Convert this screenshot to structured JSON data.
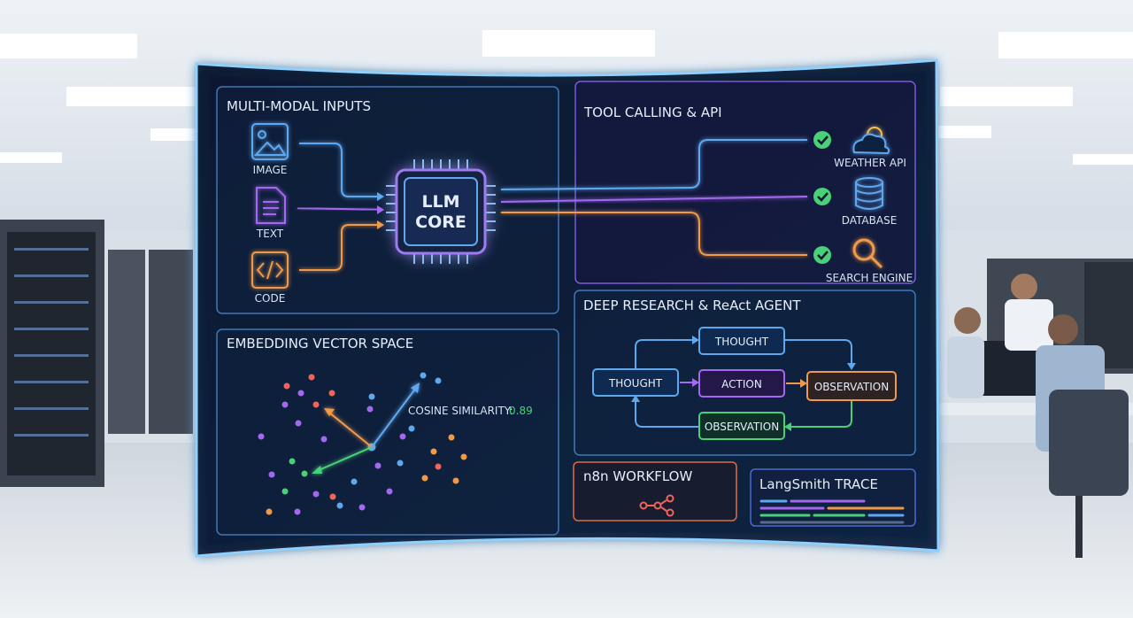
{
  "inputs": {
    "title": "MULTI-MODAL INPUTS",
    "items": [
      {
        "label": "IMAGE",
        "icon": "image-icon",
        "color": "#5ea8f0"
      },
      {
        "label": "TEXT",
        "icon": "document-icon",
        "color": "#a468f0"
      },
      {
        "label": "CODE",
        "icon": "code-icon",
        "color": "#f09a48"
      }
    ]
  },
  "core": {
    "line1": "LLM",
    "line2": "CORE"
  },
  "tools": {
    "title": "TOOL CALLING & API",
    "items": [
      {
        "label": "WEATHER API",
        "icon": "cloud-sun-icon",
        "status": "check-icon"
      },
      {
        "label": "DATABASE",
        "icon": "database-icon",
        "status": "check-icon"
      },
      {
        "label": "SEARCH ENGINE",
        "icon": "search-icon",
        "status": "check-icon"
      }
    ]
  },
  "embedding": {
    "title": "EMBEDDING VECTOR SPACE",
    "similarity_label": "COSINE SIMILARITY:",
    "similarity_value": "0.89"
  },
  "agent": {
    "title": "DEEP RESEARCH & ReAct AGENT",
    "thought_top": "THOUGHT",
    "thought_left": "THOUGHT",
    "action": "ACTION",
    "observation_right": "OBSERVATION",
    "observation_bottom": "OBSERVATION"
  },
  "workflow": {
    "title": "n8n WORKFLOW",
    "icon": "workflow-icon"
  },
  "trace": {
    "title": "LangSmith TRACE"
  },
  "colors": {
    "blue": "#5ea8f0",
    "purple": "#a468f0",
    "orange": "#f09a48",
    "green": "#49d17a",
    "red": "#f0645a",
    "panel": "#0c1a31"
  }
}
